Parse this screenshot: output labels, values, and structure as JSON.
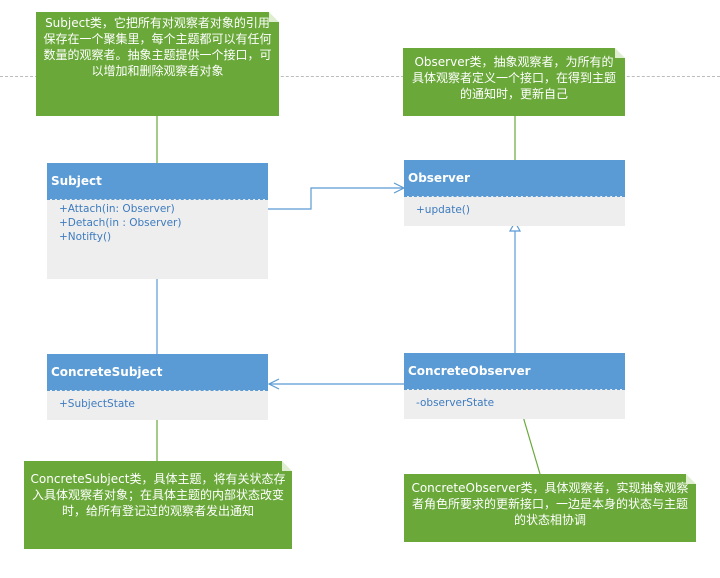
{
  "notes": {
    "subject": "Subject类，它把所有对观察者对象的引用保存在一个聚集里，每个主题都可以有任何数量的观察者。抽象主题提供一个接口，可以增加和删除观察者对象",
    "observer": "Observer类，抽象观察者，为所有的具体观察者定义一个接口，在得到主题的通知时，更新自己",
    "concrete_subject": "ConcreteSubject类，具体主题，将有关状态存入具体观察者对象；在具体主题的内部状态改变时，给所有登记过的观察者发出通知",
    "concrete_observer": "ConcreteObserver类，具体观察者，实现抽象观察者角色所要求的更新接口，一边是本身的状态与主题的状态相协调"
  },
  "classes": {
    "subject": {
      "name": "Subject",
      "members": [
        "+Attach(in: Observer)",
        "+Detach(in : Observer)",
        "+Notifty()"
      ]
    },
    "observer": {
      "name": "Observer",
      "members": [
        "+update()"
      ]
    },
    "concrete_subject": {
      "name": "ConcreteSubject",
      "members": [
        "+SubjectState"
      ]
    },
    "concrete_observer": {
      "name": "ConcreteObserver",
      "members": [
        "-observerState"
      ]
    }
  },
  "colors": {
    "note_fill": "#6aa83a",
    "class_header": "#5b9bd5",
    "class_body": "#eeeeee",
    "member_text": "#3d7bbf",
    "connector": "#5b9bd5"
  }
}
